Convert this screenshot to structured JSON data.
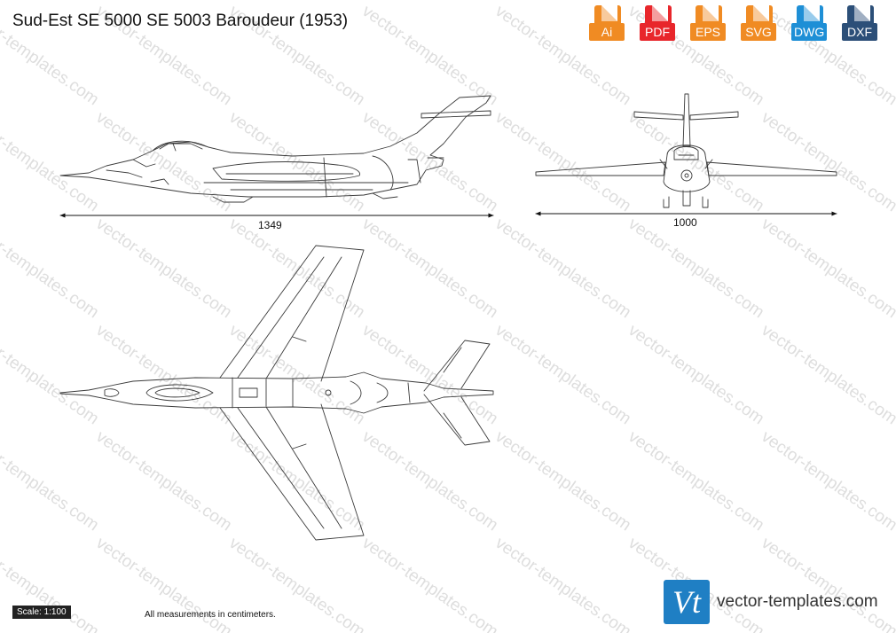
{
  "title": "Sud-Est SE 5000 SE 5003 Baroudeur (1953)",
  "watermark_text": "vector-templates.com",
  "formats": [
    {
      "label": "Ai",
      "color": "#f08b23",
      "icon": "file-icon"
    },
    {
      "label": "PDF",
      "color": "#e8262b",
      "icon": "file-icon"
    },
    {
      "label": "EPS",
      "color": "#f08b23",
      "icon": "file-icon"
    },
    {
      "label": "SVG",
      "color": "#f08b23",
      "icon": "file-icon"
    },
    {
      "label": "DWG",
      "color": "#1e8fd6",
      "icon": "file-icon"
    },
    {
      "label": "DXF",
      "color": "#2c4f78",
      "icon": "file-icon"
    }
  ],
  "dimensions": {
    "side_length": "1349",
    "front_span": "1000"
  },
  "scale": "Scale: 1:100",
  "note": "All measurements in centimeters.",
  "logo_letters": "Vt",
  "site": "vector-templates.com",
  "colors": {
    "line": "#3a3a3a",
    "watermark": "#dedede",
    "brand": "#1f7fc4"
  }
}
